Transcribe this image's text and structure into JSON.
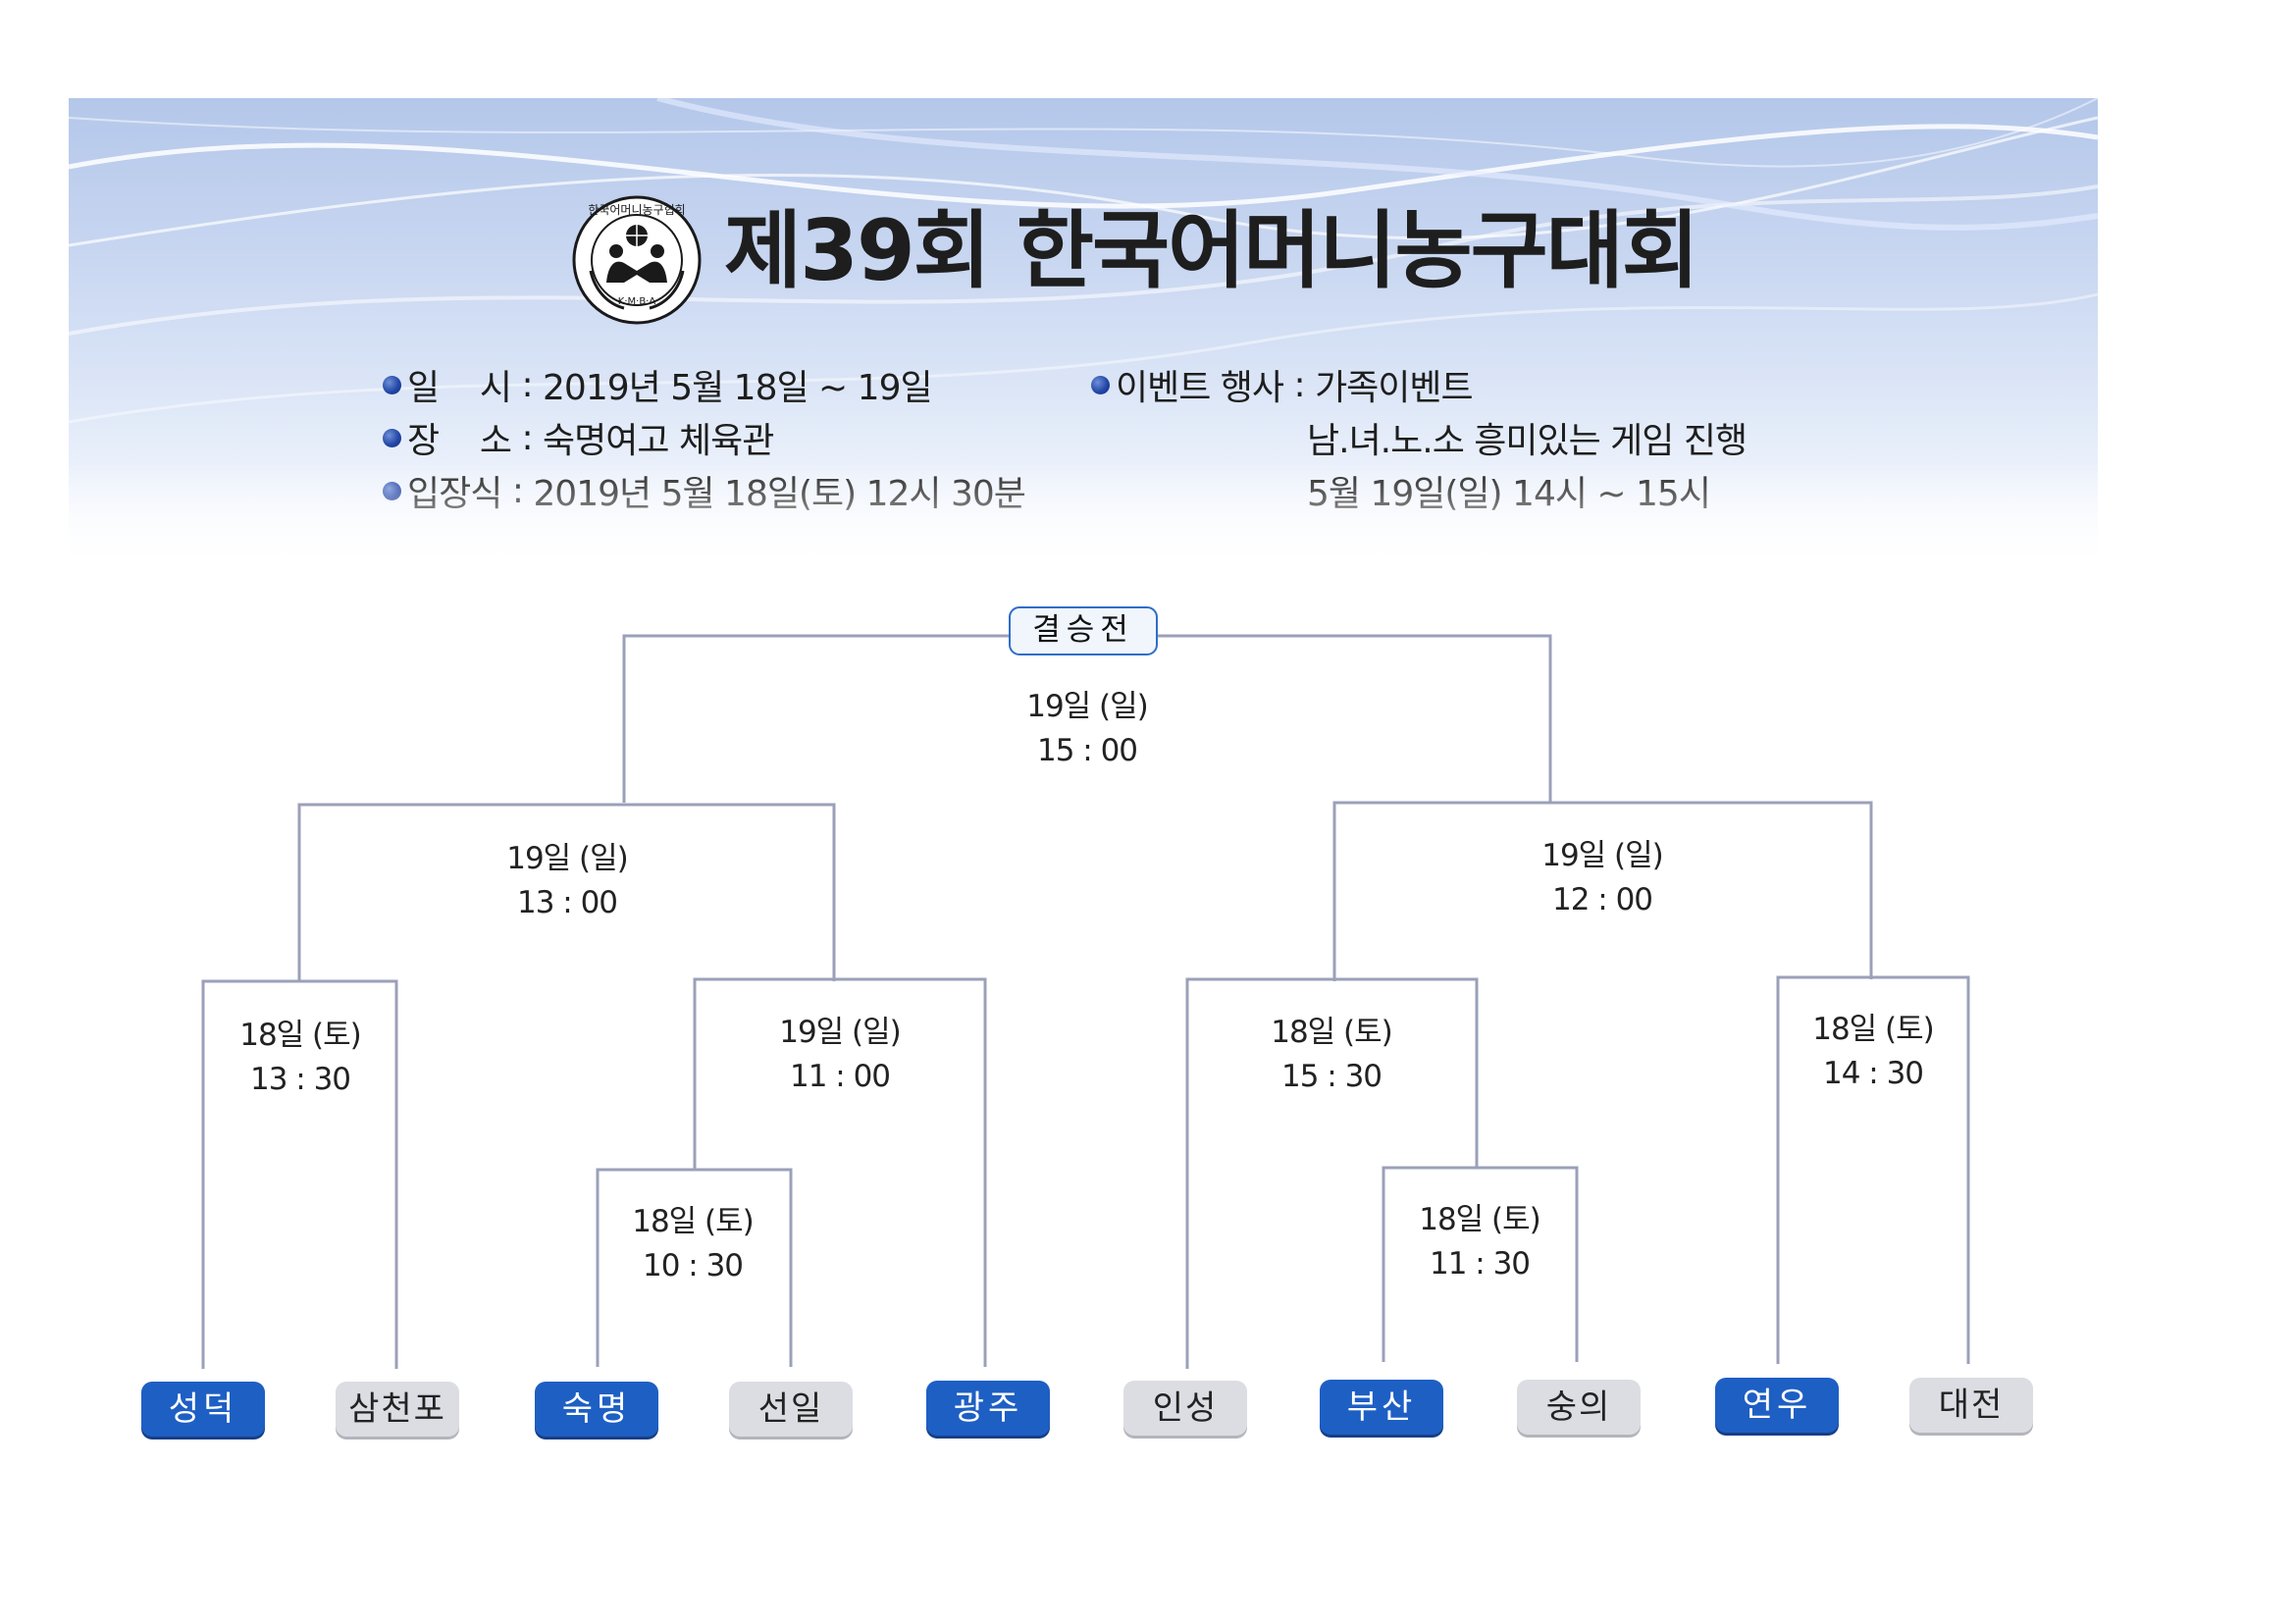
{
  "header": {
    "title": "제39회 한국어머니농구대회",
    "logo": {
      "ring_text": "한국어머니농구협회",
      "abbr": "K·M·B·A"
    },
    "info_left": [
      {
        "label": "일    시",
        "value": "2019년 5월 18일 ~ 19일"
      },
      {
        "label": "장    소",
        "value": "숙명여고 체육관"
      },
      {
        "label": "입장식",
        "value": "2019년 5월 18일(토) 12시 30분"
      }
    ],
    "info_right": {
      "label": "이벤트 행사",
      "line1": "가족이벤트",
      "line2": "남.녀.노.소 흥미있는 게임 진행",
      "line3": "5월 19일(일) 14시 ~ 15시"
    },
    "separator": " : "
  },
  "bracket": {
    "final_label": "결승전",
    "matches": {
      "final": {
        "day": "19일 (일)",
        "time": "15 : 00"
      },
      "semi_left": {
        "day": "19일 (일)",
        "time": "13 : 00"
      },
      "semi_right": {
        "day": "19일 (일)",
        "time": "12 : 00"
      },
      "qf_seongdeok": {
        "day": "18일 (토)",
        "time": "13 : 30"
      },
      "qf_gwangju": {
        "day": "19일 (일)",
        "time": "11 : 00"
      },
      "qf_inseong": {
        "day": "18일 (토)",
        "time": "15 : 30"
      },
      "qf_yeonwoo": {
        "day": "18일 (토)",
        "time": "14 : 30"
      },
      "r1_sookmyung": {
        "day": "18일 (토)",
        "time": "10 : 30"
      },
      "r1_busan": {
        "day": "18일 (토)",
        "time": "11 : 30"
      }
    },
    "teams": [
      "성덕",
      "삼천포",
      "숙명",
      "선일",
      "광주",
      "인성",
      "부산",
      "숭의",
      "연우",
      "대전"
    ]
  },
  "colors": {
    "team_blue": "#1e5fc4",
    "team_gray": "#dcdde2",
    "bracket_line": "#9ba0b9",
    "header_blue": "#b4c7ea",
    "bullet": "#2448a8"
  }
}
